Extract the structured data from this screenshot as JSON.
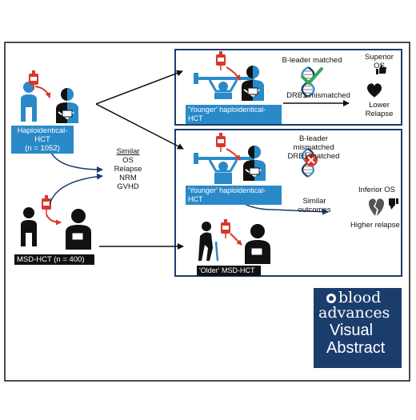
{
  "left": {
    "haplo_label_line1": "Haploidentical-HCT",
    "haplo_label_line2": "(n = 1052)",
    "msd_label": "MSD-HCT (n = 400)"
  },
  "similar": {
    "heading": "Similar",
    "items": [
      "OS",
      "Relapse",
      "NRM",
      "GVHD"
    ]
  },
  "box_top": {
    "tag": "'Younger' haploidentical-HCT",
    "match_line1": "B-leader matched",
    "match_line2": "DRB1-mismatched",
    "outcome_top": "Superior",
    "outcome_top2": "OS",
    "outcome_bottom": "Lower",
    "outcome_bottom2": "Relapse"
  },
  "box_bottom": {
    "tag_younger": "'Younger' haploidentical-HCT",
    "tag_older": "'Older' MSD-HCT",
    "match_line1": "B-leader mismatched",
    "match_line2": "DRB1-matched",
    "similar_line1": "Similar",
    "similar_line2": "outcomes",
    "outcome_top": "Inferior OS",
    "outcome_bottom": "Higher relapse"
  },
  "logo": {
    "line1": "blood",
    "line2": "advances",
    "line3": "Visual",
    "line4": "Abstract"
  },
  "colors": {
    "blue": "#2a8ac9",
    "navy": "#1b3d6d",
    "red": "#d8372a",
    "green": "#3aa55a",
    "black": "#111111"
  }
}
